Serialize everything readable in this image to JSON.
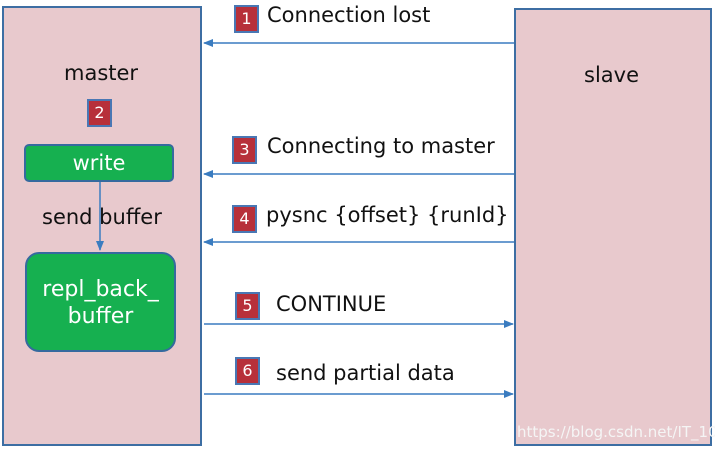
{
  "master": {
    "title": "master",
    "step_badge": "2"
  },
  "slave": {
    "title": "slave"
  },
  "write_box": {
    "label": "write"
  },
  "send_buffer_label": "send buffer",
  "repl_box": {
    "line1": "repl_back_",
    "line2": "buffer"
  },
  "steps": [
    {
      "num": "1",
      "label": "Connection lost",
      "direction": "to-master"
    },
    {
      "num": "3",
      "label": "Connecting to master",
      "direction": "to-master"
    },
    {
      "num": "4",
      "label": "pysnc {offset} {runId}",
      "direction": "to-master"
    },
    {
      "num": "5",
      "label": "CONTINUE",
      "direction": "to-slave"
    },
    {
      "num": "6",
      "label": "send partial data",
      "direction": "to-slave"
    }
  ],
  "watermark": "https://blog.csdn.net/IT_10",
  "colors": {
    "box_fill": "#e8c9cd",
    "green": "#16b050",
    "badge": "#b7303a",
    "arrow": "#3a7cc0"
  }
}
